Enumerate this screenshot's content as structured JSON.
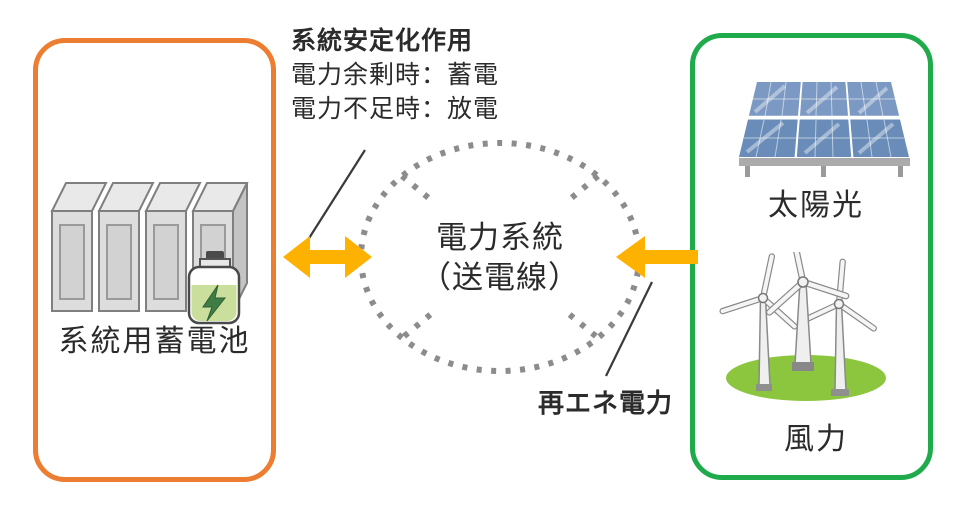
{
  "stabilization_note": {
    "title": "系統安定化作用",
    "surplus_line": "電力余剰時：蓄電",
    "shortage_line": "電力不足時：放電"
  },
  "grid_circle": {
    "line1": "電力系統",
    "line2": "（送電線）"
  },
  "battery_box": {
    "label": "系統用蓄電池",
    "battery_unit_count": 4
  },
  "renewable_box": {
    "solar_label": "太陽光",
    "wind_label": "風力",
    "wind_turbine_count": 3
  },
  "renewable_power_label": "再エネ電力",
  "icons": {
    "battery-storage-icon": "row of four grid-scale battery cabinets",
    "battery-cell-icon": "green battery cell with lightning bolt",
    "solar-panel-icon": "tilted photovoltaic panel array",
    "wind-turbines-icon": "three wind turbines on grass",
    "power-grid-circle": "dotted circle representing the power grid",
    "bidirectional-arrow": "two-headed arrow between battery and grid",
    "renewable-arrow": "arrow from renewables into grid"
  },
  "colors": {
    "battery_box_border": "#ED7D31",
    "renewable_box_border": "#1FAB4B",
    "arrow": "#FDB100",
    "grid_dotted": "#8C8C8C",
    "grass": "#8CC63F",
    "panel_blue": "#7191BC",
    "text": "#2B2B2B"
  }
}
